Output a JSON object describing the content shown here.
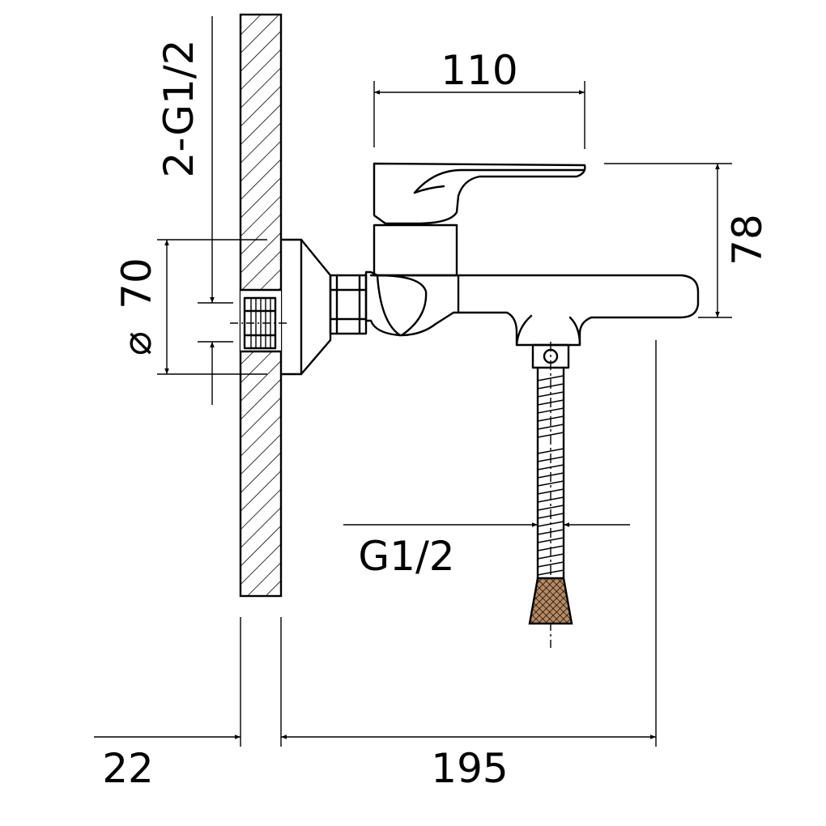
{
  "dimensions": {
    "top_width": "110",
    "height": "78",
    "wall_thread": "2-G1/2",
    "flange_diameter_symbol": "⌀",
    "flange_diameter": "70",
    "hose_thread": "G1/2",
    "wall_thickness": "22",
    "projection": "195"
  },
  "colors": {
    "line": "#000000",
    "background": "#ffffff"
  }
}
